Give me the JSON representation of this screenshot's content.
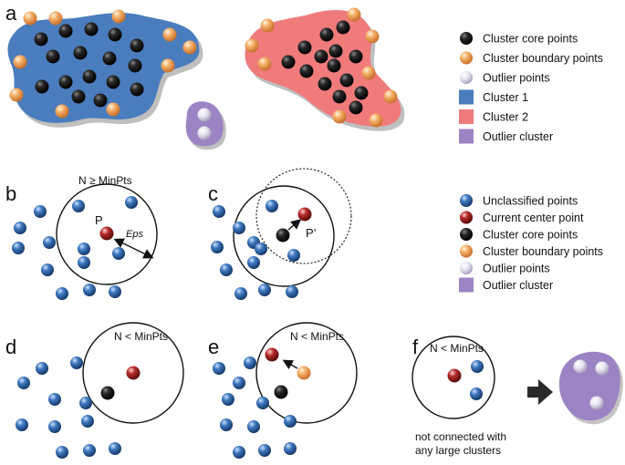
{
  "panels": {
    "a": {
      "letter": "a"
    },
    "b": {
      "letter": "b",
      "condition": "N ≥ MinPts",
      "point_label": "P",
      "radius_label": "Eps"
    },
    "c": {
      "letter": "c",
      "point_label": "P’"
    },
    "d": {
      "letter": "d",
      "condition": "N < MinPts"
    },
    "e": {
      "letter": "e",
      "condition": "N < MinPts"
    },
    "f": {
      "letter": "f",
      "condition": "N < MinPts",
      "note_line1": "not connected with",
      "note_line2": "any large clusters"
    }
  },
  "legend_top": [
    {
      "label": "Cluster core points",
      "icon": "black-sphere"
    },
    {
      "label": "Cluster boundary points",
      "icon": "orange-sphere"
    },
    {
      "label": "Outlier points",
      "icon": "white-sphere"
    },
    {
      "label": "Cluster 1",
      "icon": "blue-square",
      "color": "#4a7dbd"
    },
    {
      "label": "Cluster 2",
      "icon": "red-square",
      "color": "#f07b7b"
    },
    {
      "label": "Outlier cluster",
      "icon": "purple-square",
      "color": "#9b84c4"
    }
  ],
  "legend_bottom": [
    {
      "label": "Unclassified points",
      "icon": "blue-sphere"
    },
    {
      "label": "Current center point",
      "icon": "red-sphere"
    },
    {
      "label": "Cluster core points",
      "icon": "black-sphere"
    },
    {
      "label": "Cluster boundary points",
      "icon": "orange-sphere"
    },
    {
      "label": "Outlier points",
      "icon": "white-sphere"
    },
    {
      "label": "Outlier cluster",
      "icon": "purple-square",
      "color": "#9b84c4"
    }
  ],
  "colors": {
    "cluster1": "#4a7dbd",
    "cluster2": "#f07b7b",
    "outlier_cluster": "#9b84c4",
    "core": "#111111",
    "boundary": "#f0a060",
    "unclassified": "#3f79c0",
    "center": "#b52a2a",
    "outlier": "#e8e4f2"
  }
}
